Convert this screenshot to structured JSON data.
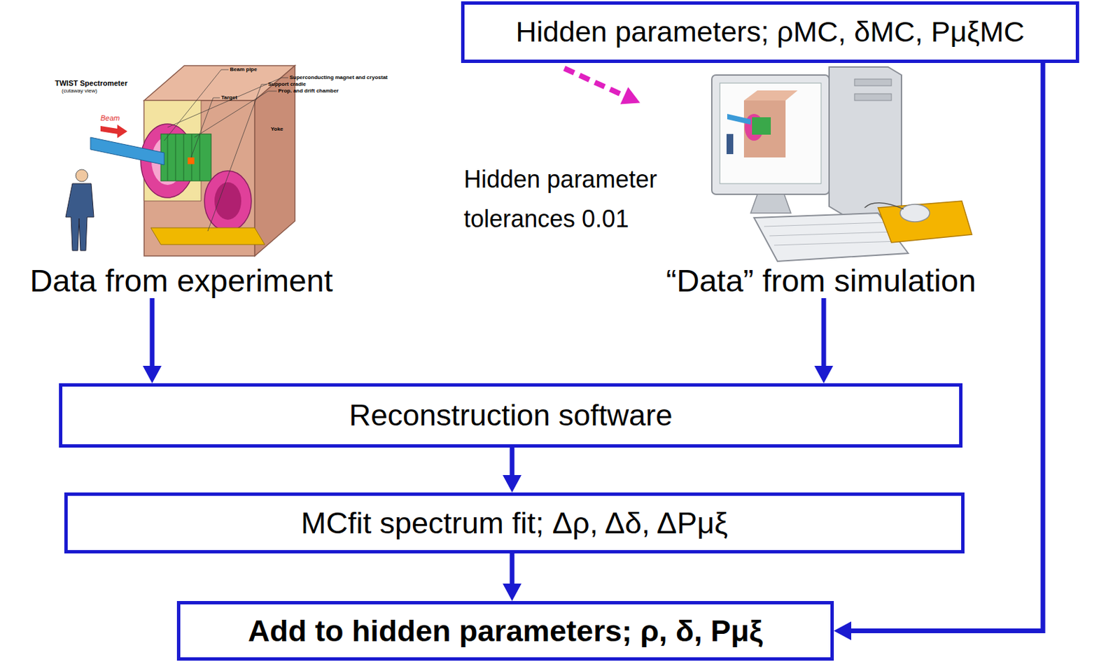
{
  "diagram": {
    "nodes": [
      {
        "text": [
          "Data from experiment"
        ]
      },
      {
        "text": [
          "Hidden parameters; ρMC, δMC, PμξMC"
        ]
      },
      {
        "text": [
          "“Data” from simulation"
        ]
      },
      {
        "text": [
          "Reconstruction software"
        ]
      },
      {
        "text": [
          "MCfit spectrum fit; Δρ, Δδ, ΔPμξ"
        ]
      },
      {
        "text": [
          "Add to hidden parameters; ρ, δ, Pμξ"
        ]
      }
    ],
    "edges": [
      {
        "from": 0,
        "to": 3,
        "arrow": "to"
      },
      {
        "from": 2,
        "to": 3,
        "arrow": "to"
      },
      {
        "from": 3,
        "to": 4,
        "arrow": "to"
      },
      {
        "from": 4,
        "to": 5,
        "arrow": "to"
      },
      {
        "from": 1,
        "to": 5,
        "arrow": "to"
      },
      {
        "from": 1,
        "to": 2,
        "arrow": "to"
      }
    ],
    "labels": [
      "Hidden parameter tolerances 0.01",
      "TWIST Spectrometer",
      "(cutaway view)",
      "Beam pipe",
      "Superconducting magnet and cryostat",
      "Support cradle",
      "Prop. and drift chamber",
      "Target",
      "Yoke",
      "Beam"
    ]
  }
}
